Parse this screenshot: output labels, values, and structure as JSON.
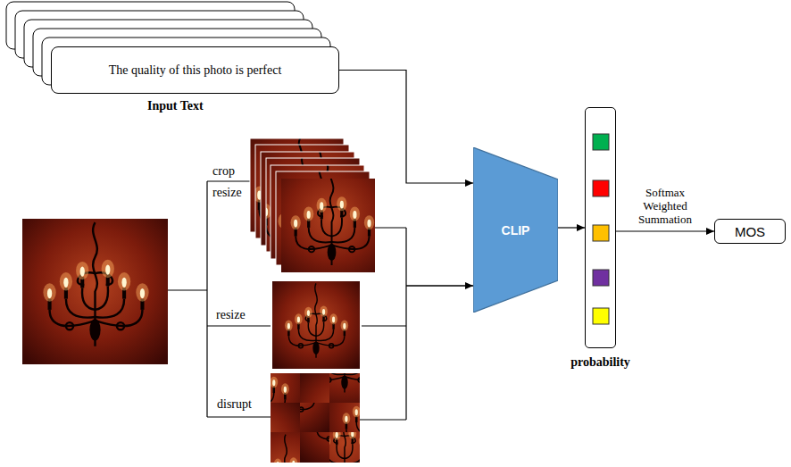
{
  "diagram": {
    "nodes": [
      {
        "text": [
          "The quality of this photo is perfect"
        ]
      },
      {
        "text": [
          "CLIP"
        ]
      },
      {
        "text": [
          "probability"
        ]
      },
      {
        "text": [
          "MOS"
        ]
      }
    ],
    "edges": [
      {
        "from": 0,
        "to": 1,
        "arrow": "to"
      },
      {
        "from": 1,
        "to": 2,
        "arrow": "to"
      },
      {
        "from": 2,
        "to": 3,
        "arrow": "to",
        "label": "Softmax Weighted Summation"
      }
    ],
    "labels": [
      "crop",
      "resize",
      "resize",
      "disrupt",
      "Input Text"
    ]
  }
}
